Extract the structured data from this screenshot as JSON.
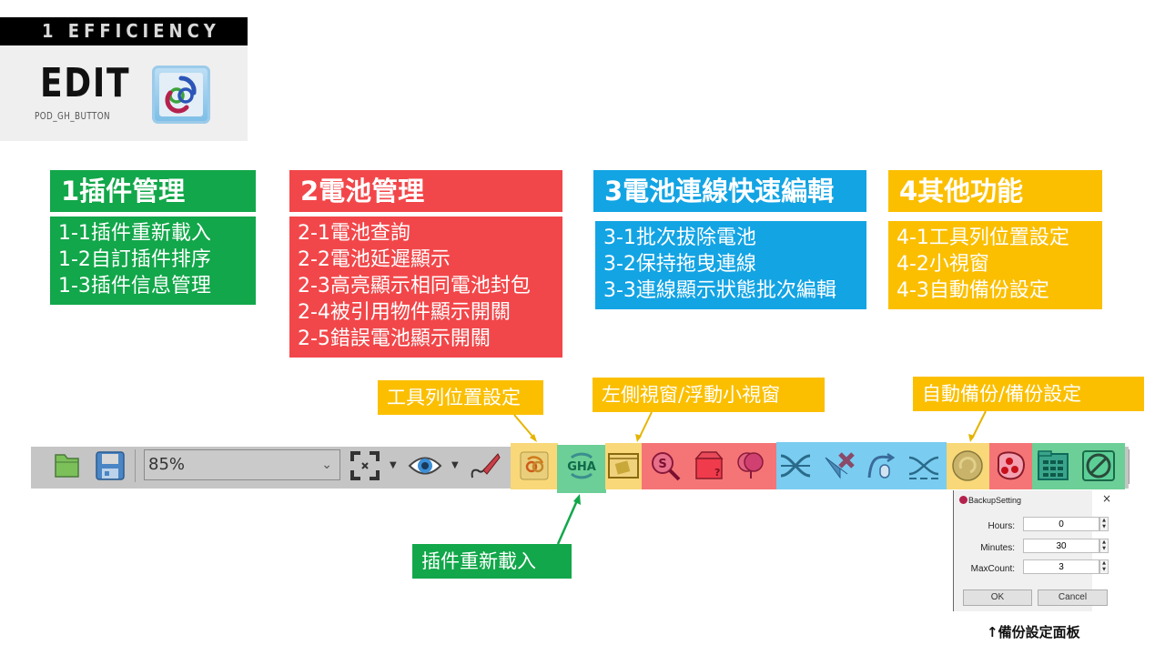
{
  "header": {
    "section_label": "1 EFFICIENCY",
    "title": "EDIT",
    "subtitle": "POD_GH_BUTTON",
    "icon": "pod-gh-logo-icon"
  },
  "categories": [
    {
      "title": "1插件管理",
      "color": "#12a74a",
      "items": [
        "1-1插件重新載入",
        "1-2自訂插件排序",
        "1-3插件信息管理"
      ]
    },
    {
      "title": "2電池管理",
      "color": "#f2474a",
      "items": [
        "2-1電池查詢",
        "2-2電池延遲顯示",
        "2-3高亮顯示相同電池封包",
        "2-4被引用物件顯示開關",
        "2-5錯誤電池顯示開關"
      ]
    },
    {
      "title": "3電池連線快速編輯",
      "color": "#13a4e4",
      "items": [
        "3-1批次拔除電池",
        "3-2保持拖曳連線",
        "3-3連線顯示狀態批次編輯"
      ]
    },
    {
      "title": "4其他功能",
      "color": "#fbbf00",
      "items": [
        "4-1工具列位置設定",
        "4-2小視窗",
        "4-3自動備份設定"
      ]
    }
  ],
  "callouts": {
    "toolbar_position": "工具列位置設定",
    "side_window": "左側視窗/浮動小視窗",
    "auto_backup": "自動備份/備份設定",
    "plugin_reload": "插件重新載入"
  },
  "toolbar": {
    "zoom_value": "85%",
    "icons": [
      "open-folder-icon",
      "save-disk-icon",
      "zoom-extents-icon",
      "preview-eye-icon",
      "sketch-pen-icon",
      "toolbar-position-icon",
      "gha-reload-icon",
      "side-window-icon",
      "component-search-icon",
      "component-box-icon",
      "balloon-icon",
      "wire-batch-remove-icon",
      "wire-drag-icon",
      "wire-connect-icon",
      "wire-display-icon",
      "auto-backup-icon",
      "error-component-icon",
      "grid-panel-icon",
      "disable-icon"
    ]
  },
  "dialog": {
    "title": "BackupSetting",
    "close": "×",
    "fields": [
      {
        "label": "Hours:",
        "value": "0"
      },
      {
        "label": "Minutes:",
        "value": "30"
      },
      {
        "label": "MaxCount:",
        "value": "3"
      }
    ],
    "ok_label": "OK",
    "cancel_label": "Cancel"
  },
  "caption": "↑備份設定面板",
  "colors": {
    "green": "#12a74a",
    "red": "#f2474a",
    "blue": "#13a4e4",
    "yellow": "#fbbf00"
  }
}
